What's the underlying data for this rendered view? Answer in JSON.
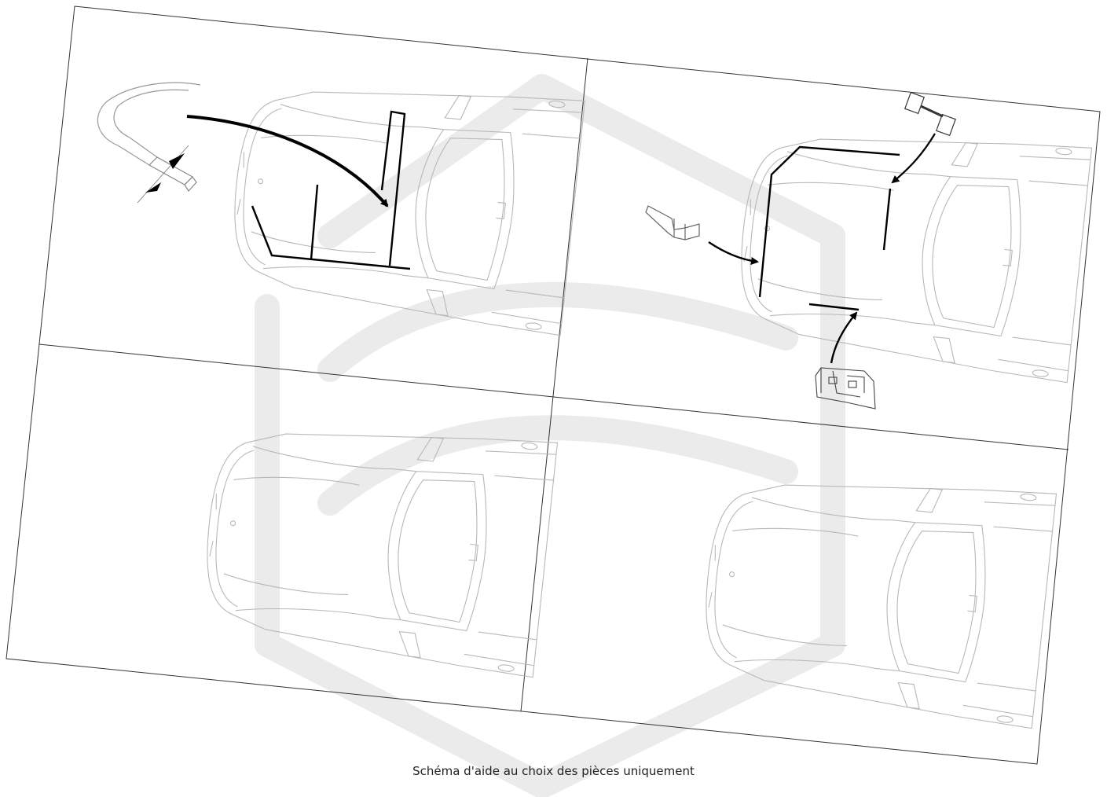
{
  "caption": "Schéma d'aide au choix des pièces uniquement",
  "colors": {
    "background": "#ffffff",
    "frame": "#333333",
    "car_outline": "#b8b8b8",
    "wire": "#000000",
    "watermark": "#e9e9e9"
  },
  "panels": [
    {
      "name": "panel-top-left",
      "content": "car-with-cable-routing"
    },
    {
      "name": "panel-top-right",
      "content": "car-with-components"
    },
    {
      "name": "panel-bottom-left",
      "content": "car-plain"
    },
    {
      "name": "panel-bottom-right",
      "content": "car-plain"
    }
  ],
  "icons": [
    "cable-icon",
    "connector-icon",
    "relay-module-icon",
    "plug-icon",
    "arrow-icon"
  ]
}
